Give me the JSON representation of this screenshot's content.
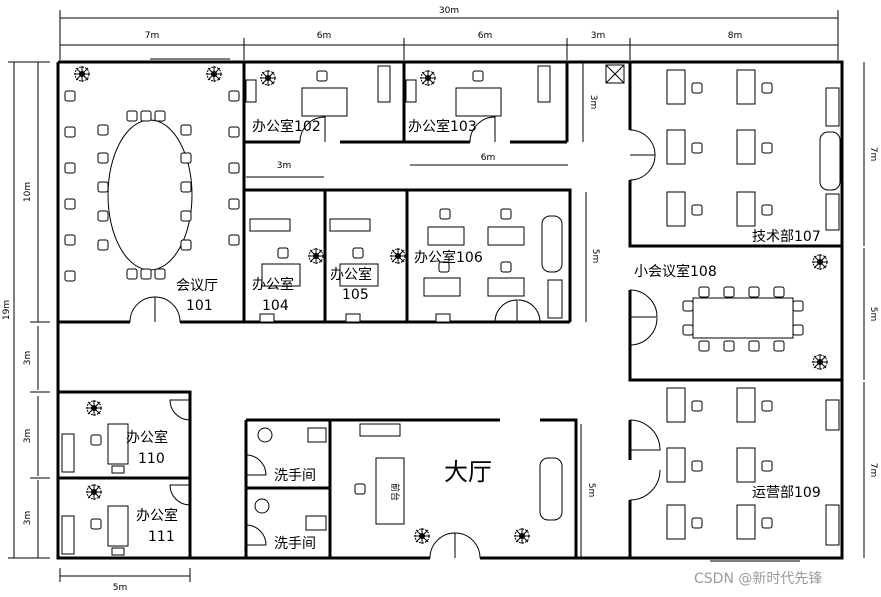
{
  "dimensions": {
    "total_width": "30m",
    "top": [
      "7m",
      "6m",
      "6m",
      "3m",
      "8m"
    ],
    "mid_102_3m": "3m",
    "mid_106_6m": "6m",
    "left_10m": "10m",
    "left_19m": "19m",
    "left_3m_a": "3m",
    "left_3m_b": "3m",
    "left_3m_c": "3m",
    "bottom_5m": "5m",
    "corridor_3m": "3m",
    "room106_5m": "5m",
    "hall_5m": "5m",
    "right_7m_a": "7m",
    "right_5m": "5m",
    "right_7m_b": "7m"
  },
  "rooms": {
    "r101_line1": "会议厅",
    "r101_line2": "101",
    "r102": "办公室102",
    "r103": "办公室103",
    "r104_line1": "办公室",
    "r104_line2": "104",
    "r105_line1": "办公室",
    "r105_line2": "105",
    "r106": "办公室106",
    "r107": "技术部107",
    "r108": "小会议室108",
    "r109": "运营部109",
    "r110_line1": "办公室",
    "r110_line2": "110",
    "r111_line1": "办公室",
    "r111_line2": "111",
    "wc1": "洗手间",
    "wc2": "洗手间",
    "hall": "大厅",
    "reception": "前台"
  },
  "watermark": "CSDN @新时代先锋"
}
